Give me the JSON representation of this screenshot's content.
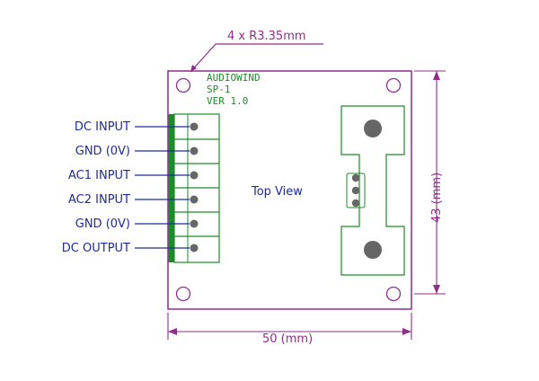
{
  "annotation": {
    "hole_callout": "4 x R3.35mm"
  },
  "board": {
    "title_line1": "AUDIOWIND",
    "title_line2": "SP-1",
    "title_line3": "VER 1.0"
  },
  "pins": [
    "DC INPUT",
    "GND (0V)",
    "AC1 INPUT",
    "AC2 INPUT",
    "GND (0V)",
    "DC OUTPUT"
  ],
  "view_label": "Top View",
  "dimensions": {
    "width": "50 (mm)",
    "height": "43 (mm)"
  },
  "colors": {
    "outline": "#8e2d8a",
    "silkscreen": "#1f8a2b",
    "labels": "#1d2a9e",
    "pads": "#666666"
  }
}
